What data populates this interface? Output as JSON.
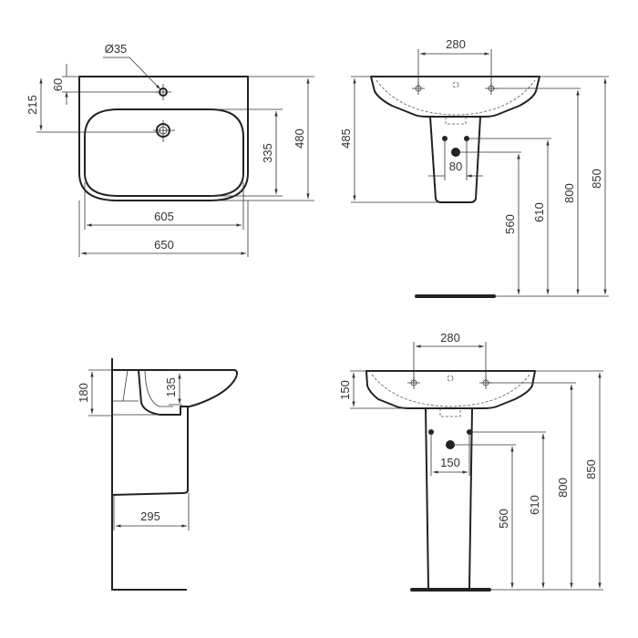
{
  "top_view": {
    "hole_diameter": "Ø35",
    "tap_offset": "60",
    "drain_offset": "215",
    "bowl_depth": "335",
    "overall_depth": "480",
    "bowl_width": "605",
    "overall_width": "650"
  },
  "front_view_semi_pedestal": {
    "tap_spacing": "280",
    "basin_height": "485",
    "supply_spacing": "80",
    "waste_height": "560",
    "supply_height": "610",
    "tap_height": "800",
    "rim_height": "850"
  },
  "side_view": {
    "rim_depth": "180",
    "bowl_depth": "135",
    "projection": "295"
  },
  "front_view_pedestal": {
    "tap_spacing": "280",
    "rim_depth": "150",
    "supply_spacing": "150",
    "waste_height": "560",
    "supply_height": "610",
    "tap_height": "800",
    "rim_height": "850"
  }
}
